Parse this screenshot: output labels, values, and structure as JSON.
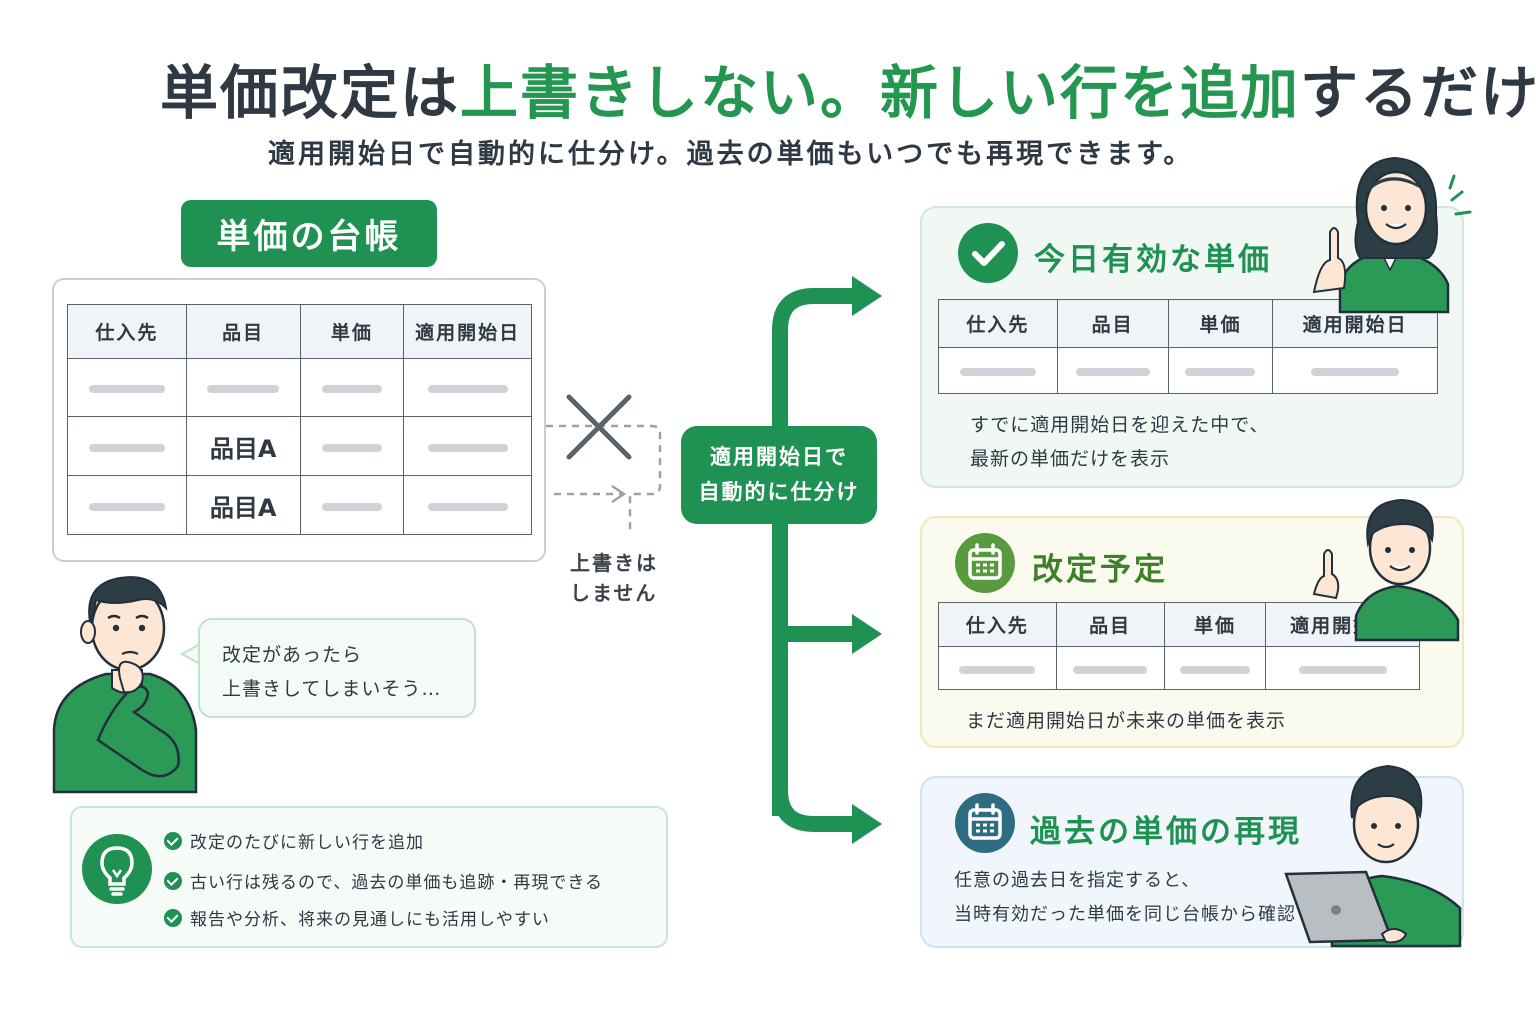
{
  "title": {
    "part1": "単価改定は",
    "part2": "上書きしない。新しい行を追加",
    "part3": "するだけ。"
  },
  "subtitle": "適用開始日で自動的に仕分け。過去の単価もいつでも再現できます。",
  "ledger": {
    "label": "単価の台帳",
    "headers": [
      "仕入先",
      "品目",
      "単価",
      "適用開始日"
    ],
    "item_a": "品目A"
  },
  "no_overwrite_note": {
    "line1": "上書きは",
    "line2": "しません"
  },
  "worry_bubble": {
    "line1": "改定があったら",
    "line2": "上書きしてしまいそう…"
  },
  "tips": [
    "改定のたびに新しい行を追加",
    "古い行は残るので、過去の単価も追跡・再現できる",
    "報告や分析、将来の見通しにも活用しやすい"
  ],
  "sorter": {
    "line1": "適用開始日で",
    "line2": "自動的に仕分け"
  },
  "panels": {
    "current": {
      "title": "今日有効な単価",
      "headers": [
        "仕入先",
        "品目",
        "単価",
        "適用開始日"
      ],
      "desc1": "すでに適用開始日を迎えた中で、",
      "desc2": "最新の単価だけを表示"
    },
    "planned": {
      "title": "改定予定",
      "headers": [
        "仕入先",
        "品目",
        "単価",
        "適用開始日"
      ],
      "desc1": "まだ適用開始日が未来の単価を表示"
    },
    "past": {
      "title": "過去の単価の再現",
      "desc1": "任意の過去日を指定すると、",
      "desc2": "当時有効だった単価を同じ台帳から確認"
    }
  },
  "colors": {
    "primary_green": "#1f9253",
    "accent_green": "#23964f",
    "text_dark": "#2f3944",
    "calendar_green": "#5a9a3e",
    "calendar_teal": "#2e6c82"
  },
  "icons": [
    "check-circle-icon",
    "calendar-icon",
    "lightbulb-icon",
    "cross-icon",
    "laptop-icon"
  ]
}
